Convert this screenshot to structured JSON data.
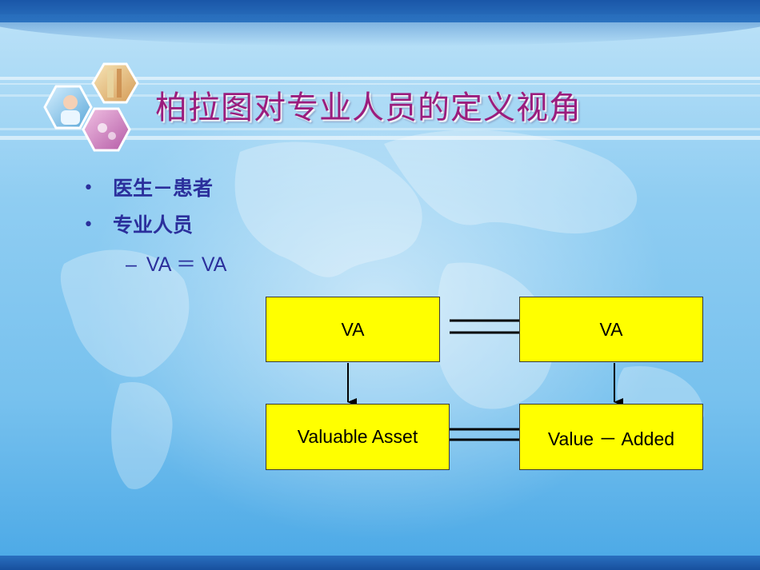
{
  "slide": {
    "title": "柏拉图对专业人员的定义视角",
    "bullets": [
      {
        "marker": "•",
        "text": "医生－患者"
      },
      {
        "marker": "•",
        "text": "专业人员"
      }
    ],
    "sub_bullet": {
      "marker": "–",
      "text": "VA ＝ VA"
    }
  },
  "diagram": {
    "top_left": "VA",
    "top_right": "VA",
    "bottom_left": "Valuable Asset",
    "bottom_right": "Value － Added"
  },
  "colors": {
    "title": "#9b1d7d",
    "bullet_text": "#2b2f9c",
    "box_fill": "#ffff00",
    "header_bar": "#1a56a8"
  }
}
